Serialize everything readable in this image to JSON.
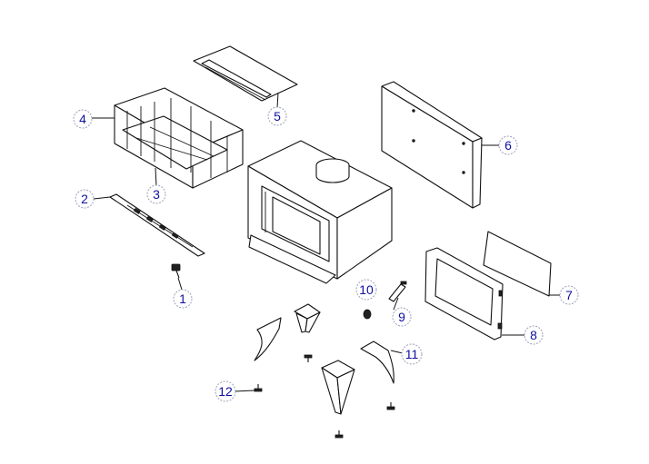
{
  "diagram": {
    "callouts": [
      "1",
      "2",
      "3",
      "4",
      "5",
      "6",
      "7",
      "8",
      "9",
      "10",
      "11",
      "12"
    ]
  },
  "colors": {
    "line": "#111111",
    "callout_text": "#1010a0",
    "background": "#ffffff"
  }
}
